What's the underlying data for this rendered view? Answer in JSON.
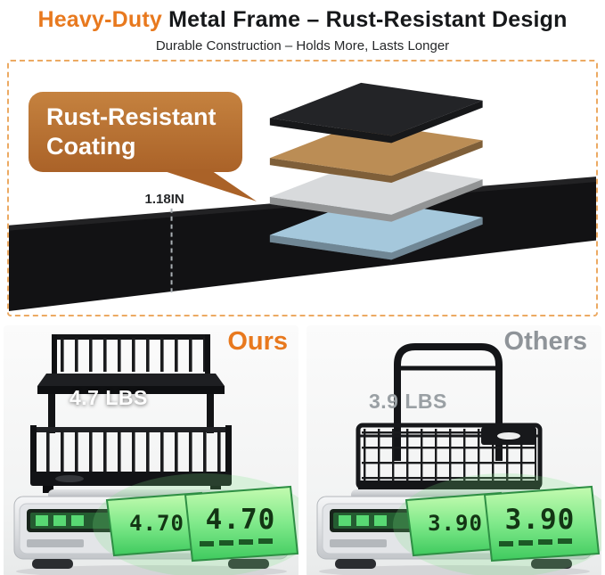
{
  "header": {
    "title_highlight": "Heavy-Duty",
    "title_rest": " Metal Frame – Rust-Resistant Design",
    "subtitle": "Durable Construction – Holds More, Lasts Longer"
  },
  "colors": {
    "accent_orange": "#e8791e",
    "callout_brown": "#aa6228",
    "others_gray": "#8f9499",
    "lcd_green": "#7fe98a"
  },
  "coating": {
    "callout_label": "Rust-Resistant Coating",
    "thickness_label": "1.18IN",
    "bar_color": "#121214",
    "layers": [
      {
        "name": "black-coated-layer",
        "color": "#232427"
      },
      {
        "name": "bronze-layer",
        "color": "#bb8d55"
      },
      {
        "name": "silver-steel-layer",
        "color": "#d8dadc"
      },
      {
        "name": "blue-anti-rust-layer",
        "color": "#a5c8dc"
      }
    ]
  },
  "comparison": {
    "ours": {
      "label": "Ours",
      "weight_label": "4.7 LBS",
      "scale_reading": "4.70"
    },
    "others": {
      "label": "Others",
      "weight_label": "3.9 LBS",
      "scale_reading": "3.90"
    }
  }
}
